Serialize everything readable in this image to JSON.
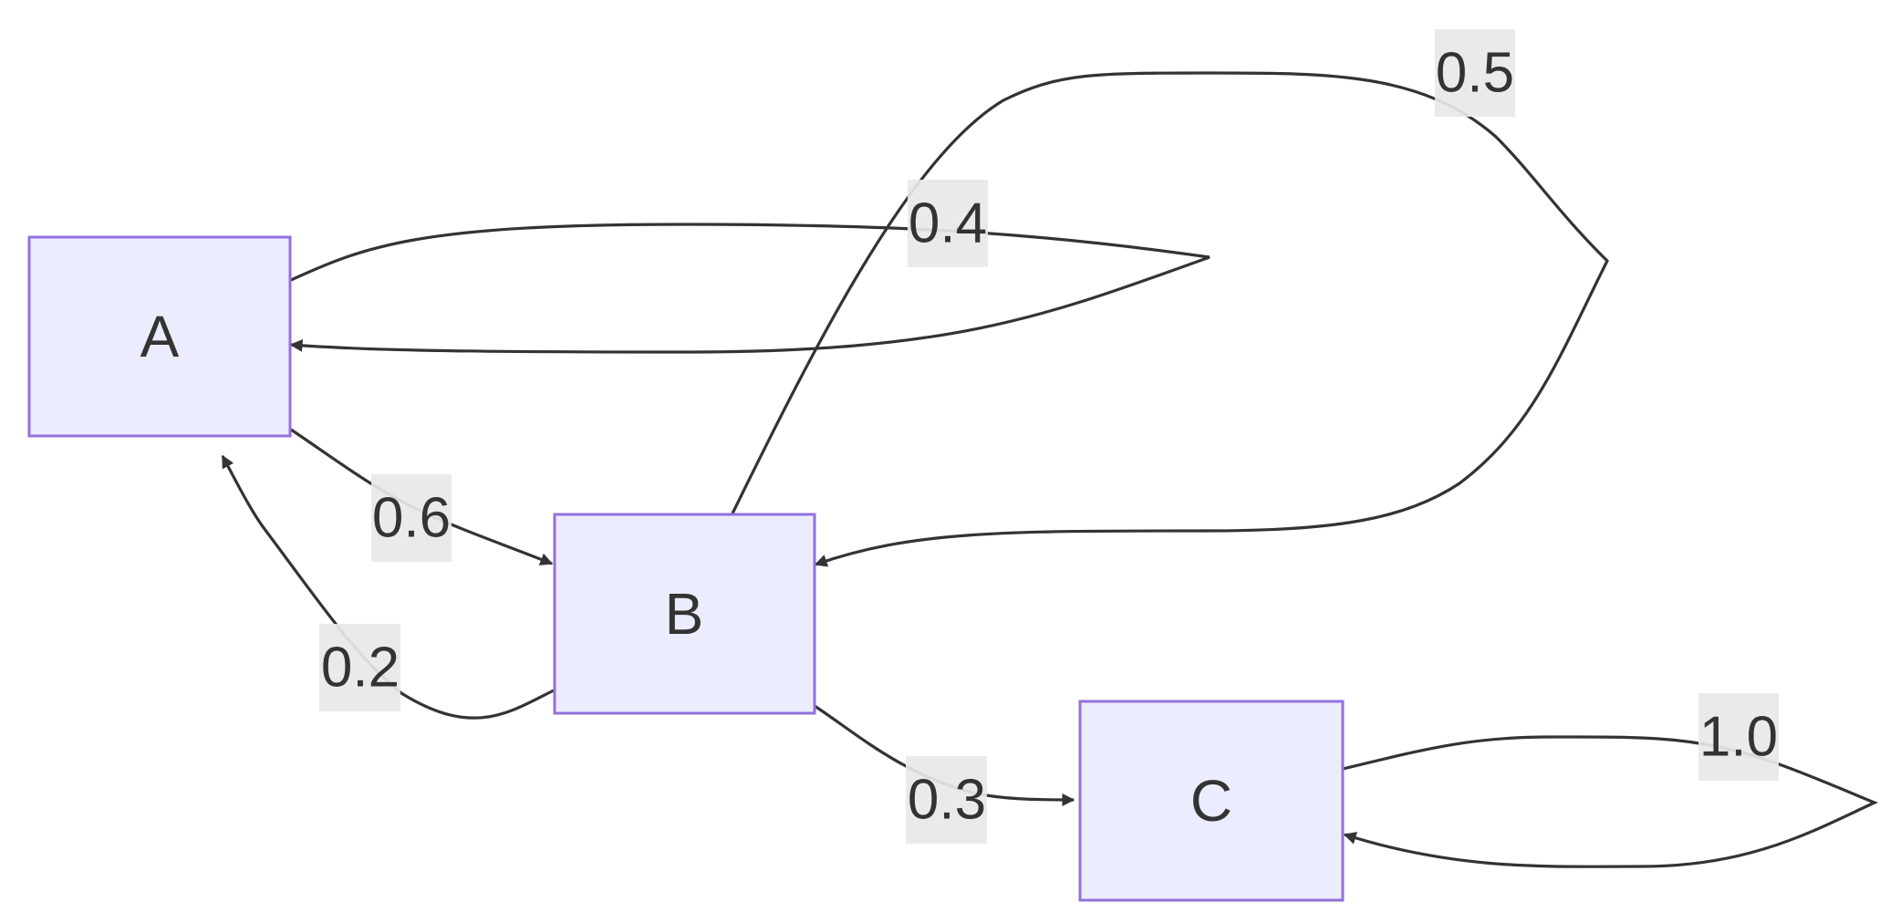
{
  "diagram": {
    "type": "state-transition-graph",
    "colors": {
      "node_fill": "#ECECFF",
      "node_stroke": "#9370DB",
      "edge": "#333333",
      "label_background": "#e8e8e8",
      "text": "#333333"
    },
    "nodes": {
      "a": "A",
      "b": "B",
      "c": "C"
    },
    "edges": [
      {
        "from": "A",
        "to": "A",
        "label": "0.4"
      },
      {
        "from": "A",
        "to": "B",
        "label": "0.6"
      },
      {
        "from": "B",
        "to": "B",
        "label": "0.5"
      },
      {
        "from": "B",
        "to": "A",
        "label": "0.2"
      },
      {
        "from": "B",
        "to": "C",
        "label": "0.3"
      },
      {
        "from": "C",
        "to": "C",
        "label": "1.0"
      }
    ]
  }
}
